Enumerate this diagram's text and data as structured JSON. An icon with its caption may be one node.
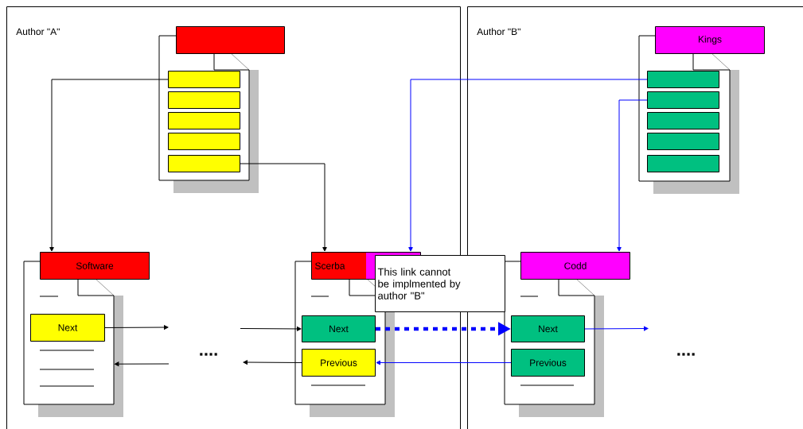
{
  "diagram": {
    "nodes": [
      {
        "text": [
          "Author \"A\""
        ]
      },
      {
        "text": [
          "Author \"B\""
        ]
      },
      {
        "text": [],
        "shape": "box",
        "in": 0
      },
      {
        "text": [],
        "shape": "document",
        "in": 0
      },
      {
        "text": [],
        "shape": "bar",
        "in": 3
      },
      {
        "text": [],
        "shape": "bar",
        "in": 3
      },
      {
        "text": [],
        "shape": "bar",
        "in": 3
      },
      {
        "text": [],
        "shape": "bar",
        "in": 3
      },
      {
        "text": [],
        "shape": "bar",
        "in": 3
      },
      {
        "text": [
          "Software"
        ],
        "in": 0
      },
      {
        "text": [],
        "shape": "document",
        "in": 0
      },
      {
        "text": [
          "Next"
        ],
        "in": 10
      },
      {
        "text": [
          "Scerba"
        ],
        "in": 0
      },
      {
        "text": [],
        "shape": "document",
        "in": 0
      },
      {
        "text": [
          "Next"
        ],
        "in": 13
      },
      {
        "text": [
          "Previous"
        ],
        "in": 13
      },
      {
        "text": [
          "Kings"
        ],
        "in": 1
      },
      {
        "text": [],
        "shape": "document",
        "in": 1
      },
      {
        "text": [],
        "shape": "bar",
        "in": 17
      },
      {
        "text": [],
        "shape": "bar",
        "in": 17
      },
      {
        "text": [],
        "shape": "bar",
        "in": 17
      },
      {
        "text": [],
        "shape": "bar",
        "in": 17
      },
      {
        "text": [],
        "shape": "bar",
        "in": 17
      },
      {
        "text": [
          "Codd"
        ],
        "in": 1
      },
      {
        "text": [],
        "shape": "document",
        "in": 1
      },
      {
        "text": [
          "Next"
        ],
        "in": 24
      },
      {
        "text": [
          "Previous"
        ],
        "in": 24
      },
      {
        "text": [
          "This link cannot be implmented by author \"B\""
        ]
      }
    ],
    "edges": [
      {
        "from": 4,
        "to": 9,
        "arrow": "to"
      },
      {
        "from": 8,
        "to": 12,
        "arrow": "to"
      },
      {
        "from": 18,
        "to": 12,
        "arrow": "to",
        "color": "#0000ff"
      },
      {
        "from": 19,
        "to": 23,
        "arrow": "to",
        "color": "#0000ff"
      },
      {
        "from": 11,
        "to": null,
        "arrow": "to"
      },
      {
        "from": null,
        "to": 14,
        "arrow": "to"
      },
      {
        "from": 15,
        "to": null,
        "arrow": "to"
      },
      {
        "from": null,
        "to": 10,
        "arrow": "to"
      },
      {
        "from": 14,
        "to": 25,
        "arrow": "to",
        "style": "dashed",
        "color": "#0000ff"
      },
      {
        "from": 25,
        "to": null,
        "arrow": "to",
        "color": "#0000ff"
      },
      {
        "from": 26,
        "to": 15,
        "arrow": "to",
        "color": "#0000ff"
      }
    ],
    "labels": [
      "....",
      "...."
    ]
  }
}
